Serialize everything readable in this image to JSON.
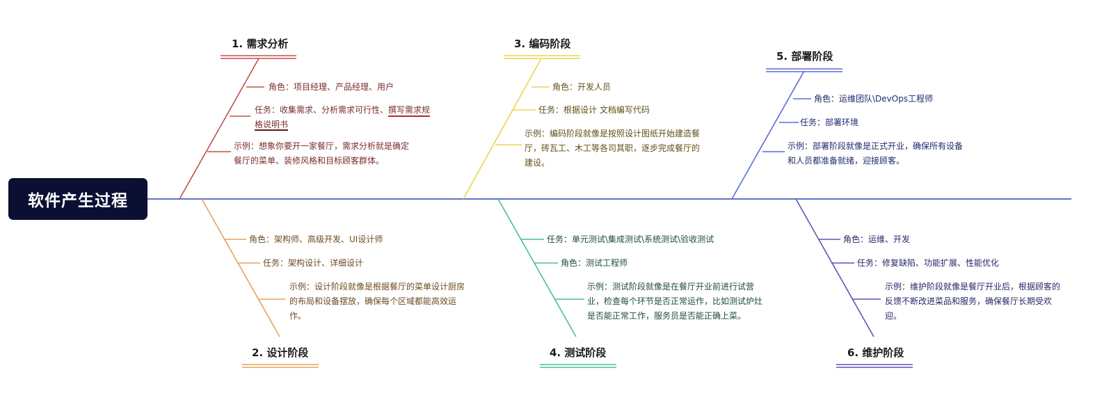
{
  "root": {
    "title": "软件产生过程"
  },
  "colors": {
    "spine": "#6670c9",
    "s1": "#c0504d",
    "s2": "#e6a25a",
    "s3": "#ecd54a",
    "s4": "#4cbf8c",
    "s5": "#5b6cd6",
    "s6": "#5a55b8"
  },
  "stages": [
    {
      "title": "1. 需求分析",
      "role": "角色：项目经理、产品经理、用户",
      "task_prefix": "任务：收集需求、分析需求可行性、",
      "task_highlight_1": "撰写需求规",
      "task_highlight_2": "格说明书",
      "example_line1": "示例：想象你要开一家餐厅，需求分析就是确定",
      "example_line2": "餐厅的菜单、装修风格和目标顾客群体。"
    },
    {
      "title": "2. 设计阶段",
      "role": "角色：架构师、高级开发、UI设计师",
      "task": "任务：架构设计、详细设计",
      "example_line1": "示例：设计阶段就像是根据餐厅的菜单设计厨房",
      "example_line2": "的布局和设备摆放，确保每个区域都能高效运",
      "example_line3": "作。"
    },
    {
      "title": "3. 编码阶段",
      "role": "角色：开发人员",
      "task": "任务：根据设计 文档编写代码",
      "example_line1": "示例：编码阶段就像是按照设计图纸开始建造餐",
      "example_line2": "厅，砖瓦工、木工等各司其职，逐步完成餐厅的",
      "example_line3": "建设。"
    },
    {
      "title": "4. 测试阶段",
      "task": "任务：单元测试\\集成测试\\系统测试\\验收测试",
      "role": "角色：测试工程师",
      "example_line1": "示例：测试阶段就像是在餐厅开业前进行试营",
      "example_line2": "业，检查每个环节是否正常运作，比如测试炉灶",
      "example_line3": "是否能正常工作，服务员是否能正确上菜。"
    },
    {
      "title": "5. 部署阶段",
      "role": "角色：运维团队\\DevOps工程师",
      "task": "任务：部署环境",
      "example_line1": "示例：部署阶段就像是正式开业，确保所有设备",
      "example_line2": "和人员都准备就绪，迎接顾客。"
    },
    {
      "title": "6. 维护阶段",
      "role": "角色：运维、开发",
      "task": "任务：修复缺陷、功能扩展、性能优化",
      "example_line1": "示例：维护阶段就像是餐厅开业后，根据顾客的",
      "example_line2": "反馈不断改进菜品和服务，确保餐厅长期受欢",
      "example_line3": "迎。"
    }
  ]
}
